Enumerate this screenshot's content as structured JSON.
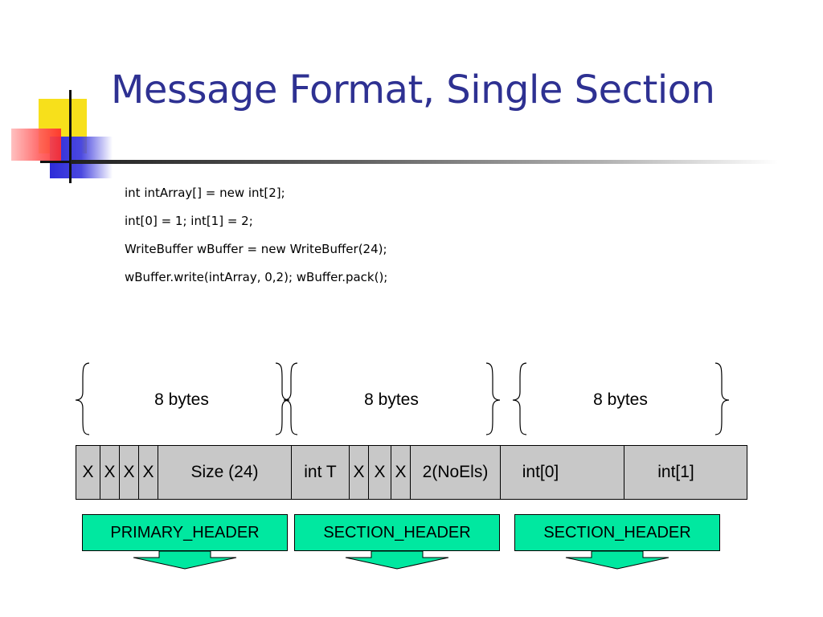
{
  "slide": {
    "title": "Message Format, Single Section",
    "code_lines": [
      "int intArray[] = new int[2];",
      "int[0] = 1; int[1] = 2;",
      "WriteBuffer wBuffer = new WriteBuffer(24);",
      "wBuffer.write(intArray, 0,2); wBuffer.pack();"
    ]
  },
  "diagram": {
    "brace_labels": [
      "8 bytes",
      "8 bytes",
      "8 bytes"
    ],
    "cells": [
      "X",
      "X",
      "X",
      "X",
      "Size (24)",
      "int T",
      "X",
      "X",
      "X",
      "2(NoEls)",
      "int[0]",
      "int[1]"
    ],
    "headers": [
      "PRIMARY_HEADER",
      "SECTION_HEADER",
      "SECTION_HEADER"
    ],
    "colors": {
      "title": "#2e3192",
      "cell_fill": "#c8c8c8",
      "header_fill": "#00e8a0"
    }
  }
}
